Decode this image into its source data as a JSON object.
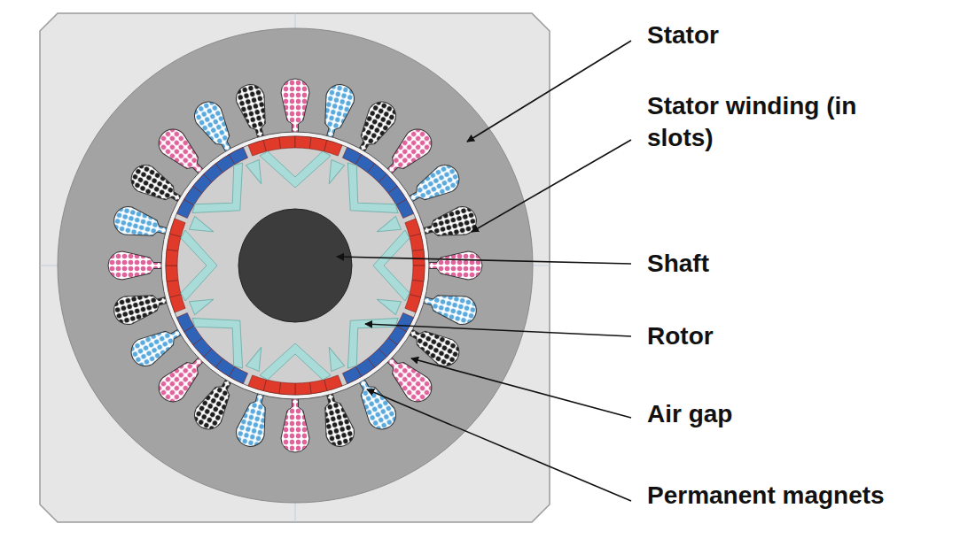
{
  "diagram": {
    "labels": [
      "Stator",
      "Stator winding (in slots)",
      "Shaft",
      "Rotor",
      "Air gap",
      "Permanent magnets"
    ]
  }
}
